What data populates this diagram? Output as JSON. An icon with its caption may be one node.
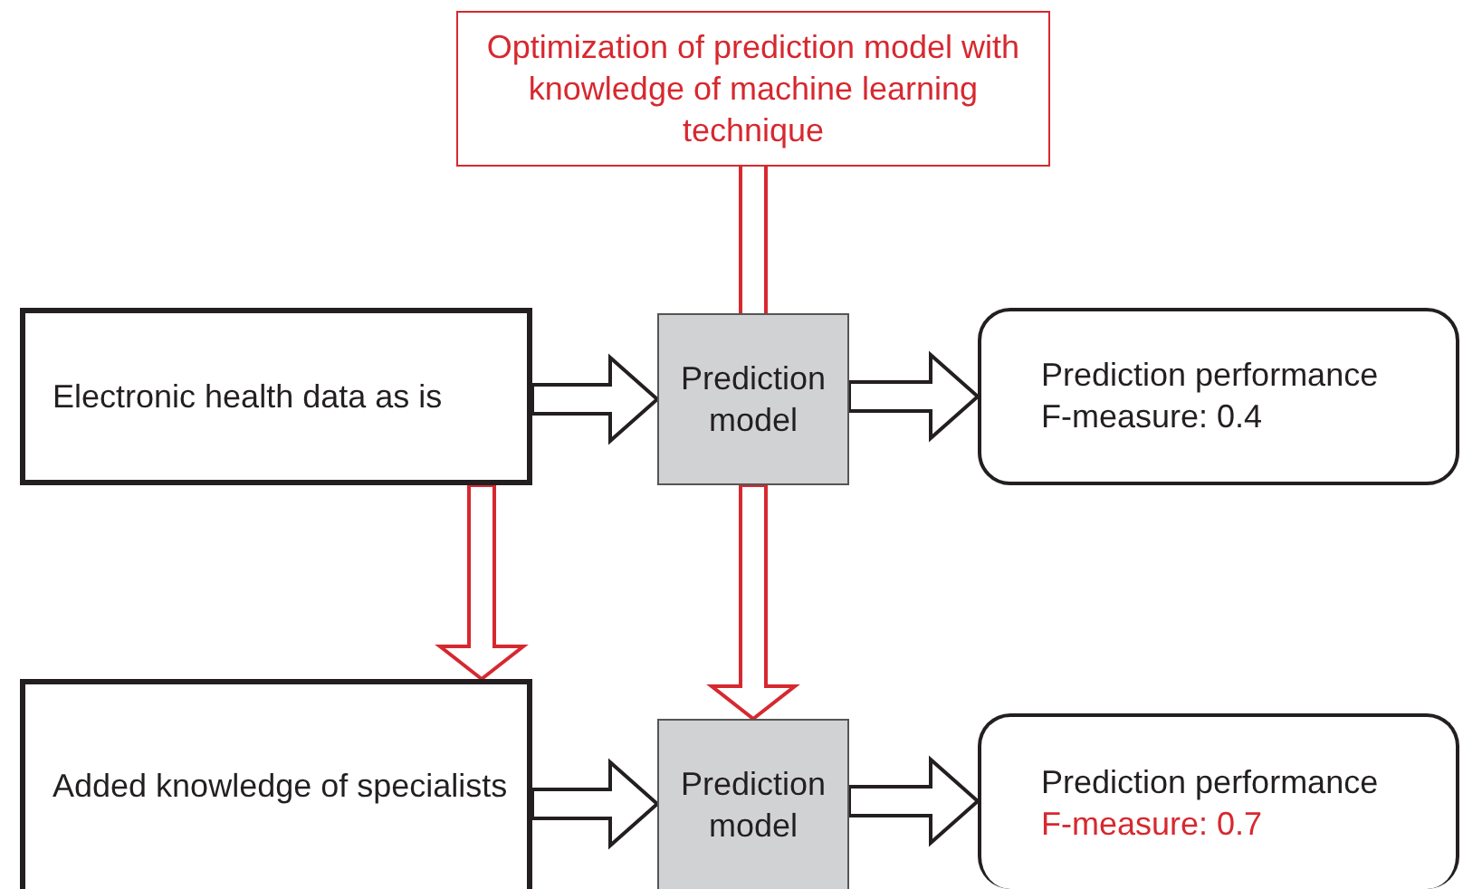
{
  "diagram": {
    "nodes": [
      {
        "text": [
          "Optimization of prediction model with knowledge of machine learning technique"
        ]
      },
      {
        "text": [
          "Electronic health data as is"
        ]
      },
      {
        "text": [
          "Prediction model"
        ]
      },
      {
        "text": [
          "Prediction performance",
          "F-measure: 0.4"
        ]
      },
      {
        "text": [
          "Added knowledge of specialists"
        ]
      },
      {
        "text": [
          "Prediction model"
        ]
      },
      {
        "text": [
          "Prediction performance",
          "F-measure: 0.7"
        ]
      }
    ],
    "edges": [
      {
        "from": 0,
        "to": 2,
        "arrow": "none",
        "color": "#d7282f"
      },
      {
        "from": 1,
        "to": 2,
        "arrow": "to"
      },
      {
        "from": 2,
        "to": 3,
        "arrow": "to"
      },
      {
        "from": 1,
        "to": 4,
        "arrow": "to",
        "color": "#d7282f"
      },
      {
        "from": 2,
        "to": 5,
        "arrow": "to",
        "color": "#d7282f"
      },
      {
        "from": 4,
        "to": 5,
        "arrow": "to"
      },
      {
        "from": 5,
        "to": 6,
        "arrow": "to"
      }
    ]
  }
}
